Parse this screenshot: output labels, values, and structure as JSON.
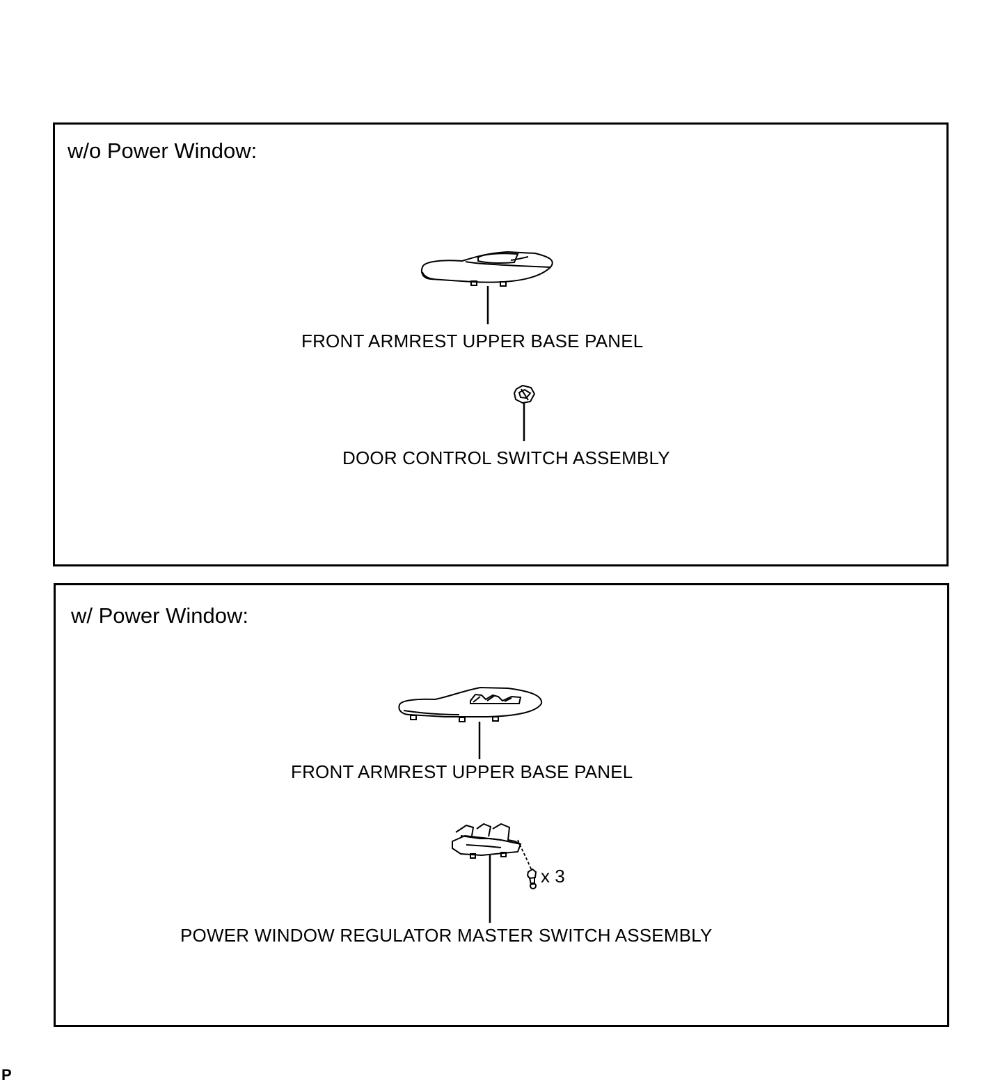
{
  "sections": [
    {
      "title": "w/o Power Window:",
      "parts": [
        {
          "label": "FRONT ARMREST UPPER BASE PANEL",
          "icon": "armrest-panel-icon"
        },
        {
          "label": "DOOR CONTROL SWITCH ASSEMBLY",
          "icon": "door-switch-icon"
        }
      ]
    },
    {
      "title": "w/ Power Window:",
      "parts": [
        {
          "label": "FRONT ARMREST UPPER BASE PANEL",
          "icon": "armrest-panel-icon"
        },
        {
          "label": "POWER WINDOW REGULATOR MASTER SWITCH ASSEMBLY",
          "icon": "master-switch-icon"
        }
      ],
      "fastener": {
        "label": "x 3",
        "icon": "screw-icon"
      }
    }
  ],
  "footer": {
    "code": "P"
  }
}
